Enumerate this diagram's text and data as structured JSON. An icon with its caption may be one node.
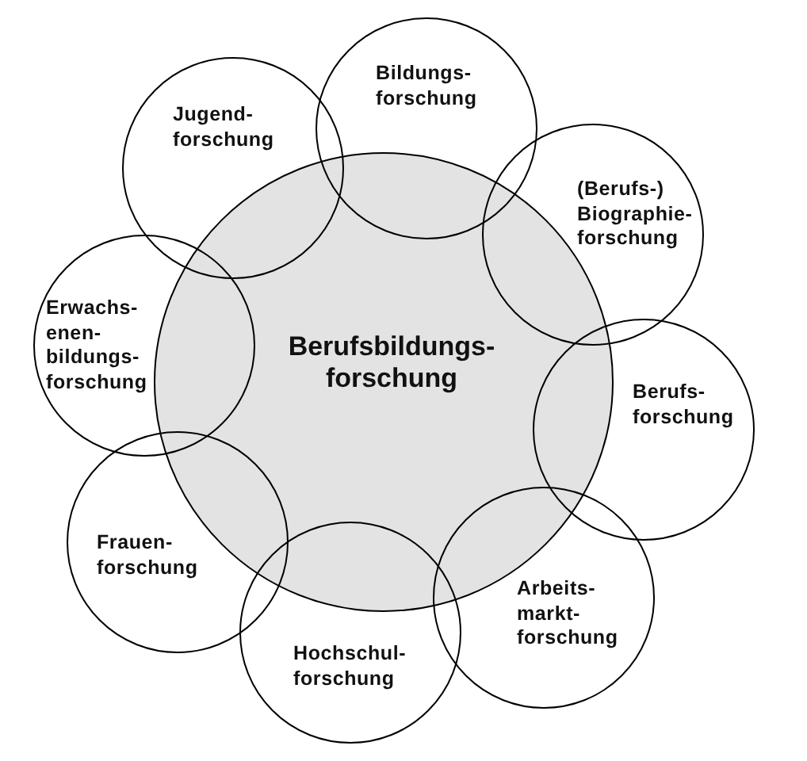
{
  "diagram": {
    "nodes": [
      {
        "text": [
          "Berufsbildungs- forschung"
        ]
      },
      {
        "text": [
          "Jugend- forschung"
        ]
      },
      {
        "text": [
          "Bildungs- forschung"
        ]
      },
      {
        "text": [
          "(Berufs-) Biographie- forschung"
        ]
      },
      {
        "text": [
          "Berufs- forschung"
        ]
      },
      {
        "text": [
          "Arbeits- markt- forschung"
        ]
      },
      {
        "text": [
          "Hochschul- forschung"
        ]
      },
      {
        "text": [
          "Frauen- forschung"
        ]
      },
      {
        "text": [
          "Erwachs- enen- bildungs- forschung"
        ]
      }
    ]
  }
}
